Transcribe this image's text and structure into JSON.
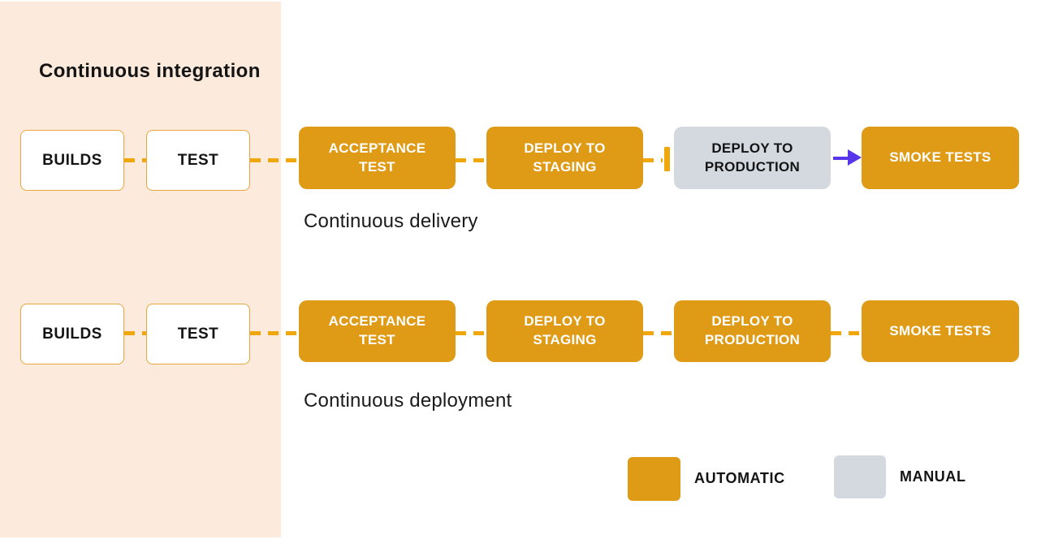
{
  "title": "Continuous integration",
  "colors": {
    "automatic": "#DF9B16",
    "manual": "#D3D9DF",
    "connector": "#F0A70B",
    "arrow": "#5636E8",
    "panel_bg": "#FCEADC",
    "ci_box_border": "#E8A63C"
  },
  "ci": {
    "rows": [
      {
        "boxes": [
          {
            "label": "BUILDS"
          },
          {
            "label": "TEST"
          }
        ]
      },
      {
        "boxes": [
          {
            "label": "BUILDS"
          },
          {
            "label": "TEST"
          }
        ]
      }
    ]
  },
  "pipelines": [
    {
      "label": "Continuous delivery",
      "stages": [
        {
          "label": "ACCEPTANCE TEST",
          "type": "automatic"
        },
        {
          "label": "DEPLOY TO STAGING",
          "type": "automatic"
        },
        {
          "label": "DEPLOY TO PRODUCTION",
          "type": "manual"
        },
        {
          "label": "SMOKE TESTS",
          "type": "automatic"
        }
      ],
      "gate": "manual-gate-before-production",
      "trigger": "manual-arrow-to-smoke-tests"
    },
    {
      "label": "Continuous deployment",
      "stages": [
        {
          "label": "ACCEPTANCE TEST",
          "type": "automatic"
        },
        {
          "label": "DEPLOY TO STAGING",
          "type": "automatic"
        },
        {
          "label": "DEPLOY TO PRODUCTION",
          "type": "automatic"
        },
        {
          "label": "SMOKE TESTS",
          "type": "automatic"
        }
      ]
    }
  ],
  "legend": [
    {
      "label": "AUTOMATIC",
      "type": "automatic"
    },
    {
      "label": "MANUAL",
      "type": "manual"
    }
  ]
}
